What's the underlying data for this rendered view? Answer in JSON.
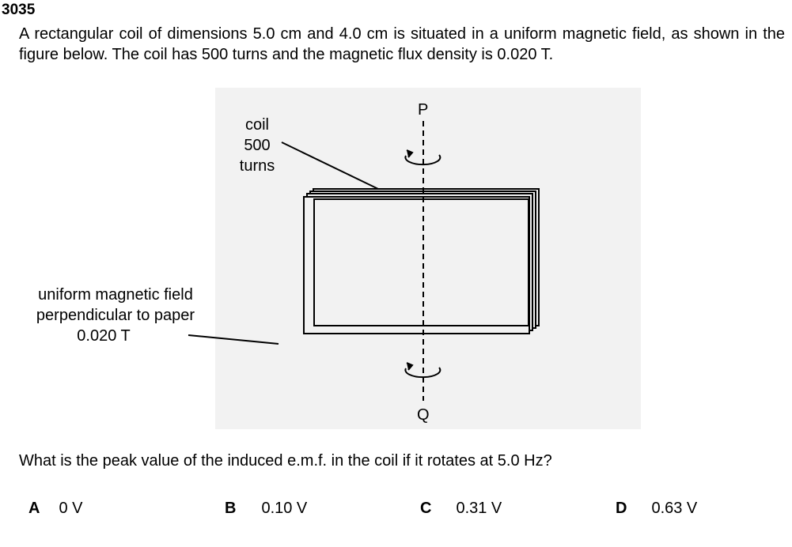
{
  "question_number": "3035",
  "stem": "A rectangular coil of dimensions 5.0 cm and 4.0 cm is situated in a uniform magnetic field, as shown in the figure below. The coil has 500 turns and the magnetic flux density is 0.020 T.",
  "figure": {
    "coil_label": [
      "coil",
      "500",
      "turns"
    ],
    "field_label": [
      "uniform magnetic field",
      "perpendicular to paper",
      "0.020 T"
    ],
    "axis_top": "P",
    "axis_bottom": "Q"
  },
  "question": "What is the peak value of the induced e.m.f. in the coil if it rotates at 5.0 Hz?",
  "options": [
    {
      "letter": "A",
      "text": "0 V"
    },
    {
      "letter": "B",
      "text": "0.10 V"
    },
    {
      "letter": "C",
      "text": "0.31 V"
    },
    {
      "letter": "D",
      "text": "0.63 V"
    }
  ]
}
